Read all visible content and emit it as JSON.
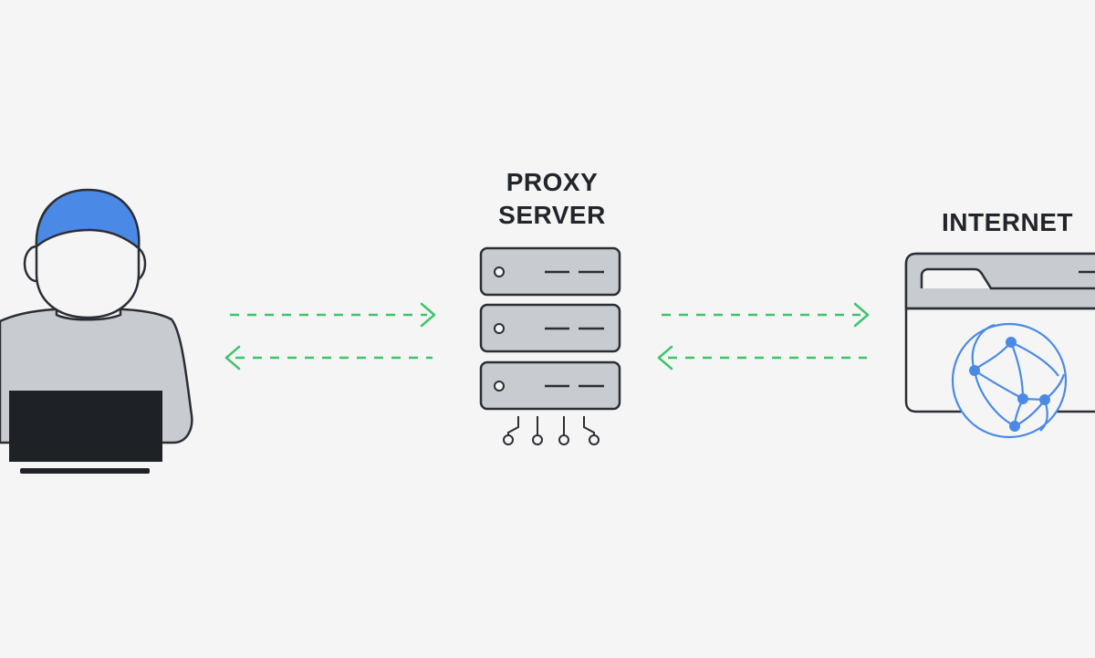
{
  "labels": {
    "proxy_line1": "PROXY",
    "proxy_line2": "SERVER",
    "internet": "INTERNET"
  },
  "colors": {
    "background": "#f5f5f5",
    "outline": "#2b2f35",
    "device_fill": "#c8cbd0",
    "hair": "#4a8ae6",
    "laptop": "#1e2227",
    "arrow": "#3fc46c",
    "globe": "#4a8ae6"
  },
  "icons": {
    "user": "user-at-laptop-icon",
    "server": "server-rack-icon",
    "internet": "browser-window-globe-icon",
    "arrows": "dashed-arrow-icon"
  }
}
